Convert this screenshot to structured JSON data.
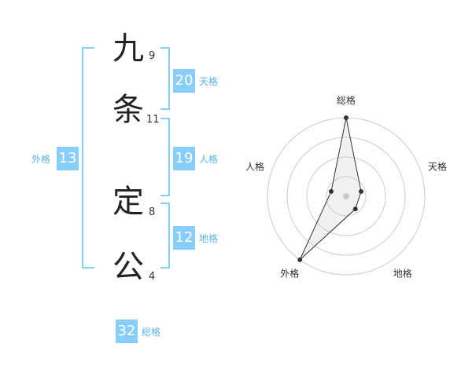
{
  "name_chars": [
    {
      "char": "九",
      "strokes": "9"
    },
    {
      "char": "条",
      "strokes": "11"
    },
    {
      "char": "定",
      "strokes": "8"
    },
    {
      "char": "公",
      "strokes": "4"
    }
  ],
  "kakusu": {
    "ten": {
      "value": "20",
      "label": "天格"
    },
    "jin": {
      "value": "19",
      "label": "人格"
    },
    "chi": {
      "value": "12",
      "label": "地格"
    },
    "gai": {
      "value": "13",
      "label": "外格"
    },
    "sou": {
      "value": "32",
      "label": "総格"
    }
  },
  "chart_data": {
    "type": "radar",
    "axes": [
      "総格",
      "天格",
      "地格",
      "外格",
      "人格"
    ],
    "values": [
      5,
      1,
      1,
      5,
      1
    ],
    "max": 5,
    "rings": 4
  },
  "colors": {
    "accent": "#87cefa",
    "label": "#5bb3e6"
  }
}
